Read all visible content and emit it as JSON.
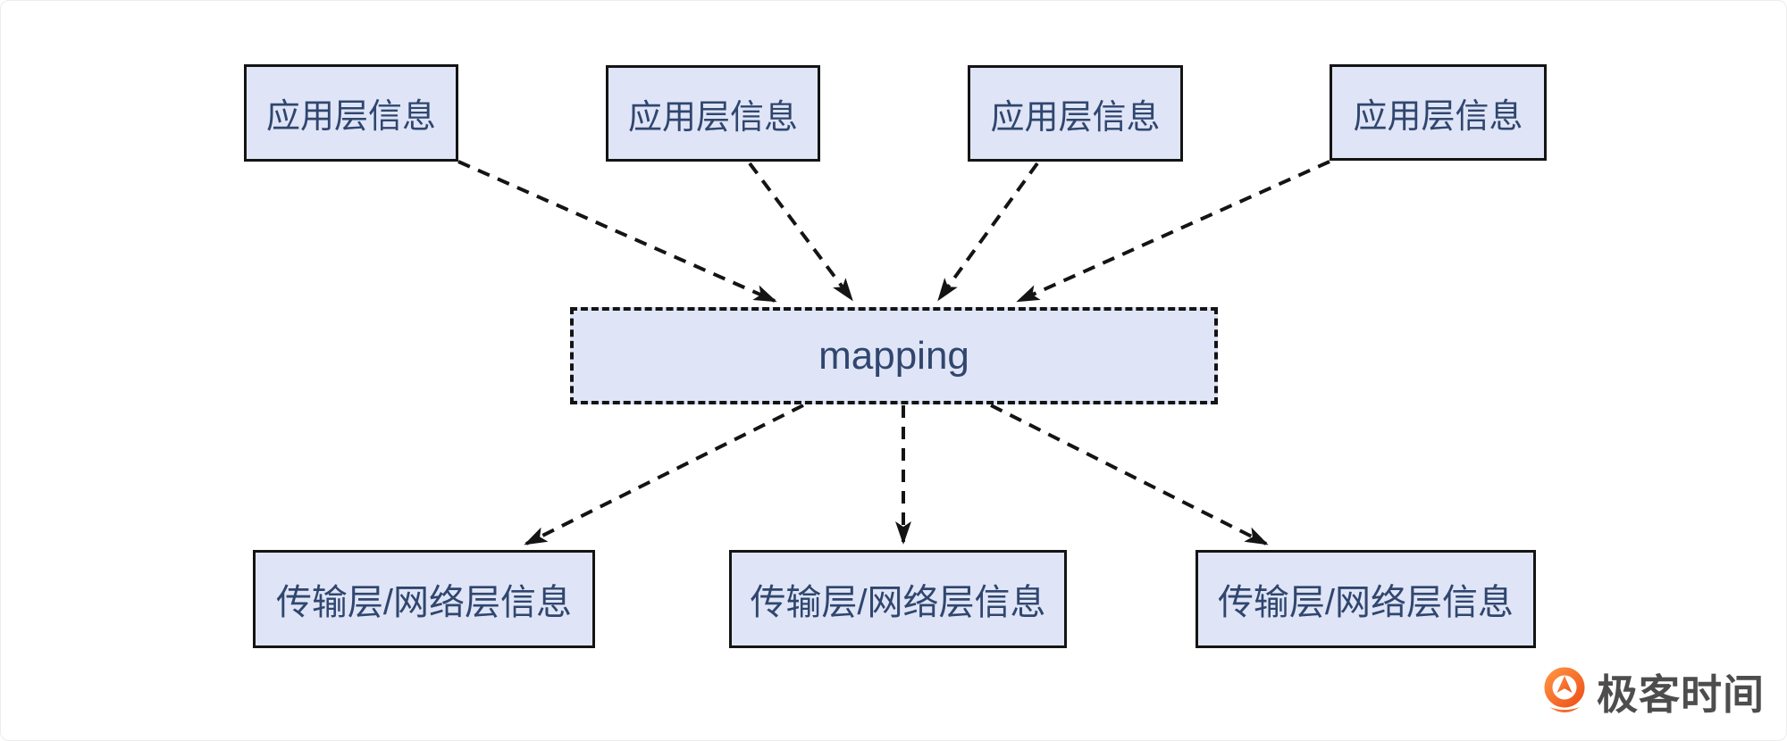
{
  "diagram": {
    "top_row": [
      {
        "label": "应用层信息"
      },
      {
        "label": "应用层信息"
      },
      {
        "label": "应用层信息"
      },
      {
        "label": "应用层信息"
      }
    ],
    "mapping": {
      "label": "mapping"
    },
    "bottom_row": [
      {
        "label": "传输层/网络层信息"
      },
      {
        "label": "传输层/网络层信息"
      },
      {
        "label": "传输层/网络层信息"
      }
    ]
  },
  "branding": {
    "name": "极客时间"
  },
  "colors": {
    "node_fill": "#dfe5f6",
    "node_border": "#141414",
    "node_text": "#30466f",
    "arrow": "#141414",
    "logo_orange": "#f05e1c",
    "logo_orange_light": "#ff9140",
    "logo_text": "#4d4d4d"
  }
}
